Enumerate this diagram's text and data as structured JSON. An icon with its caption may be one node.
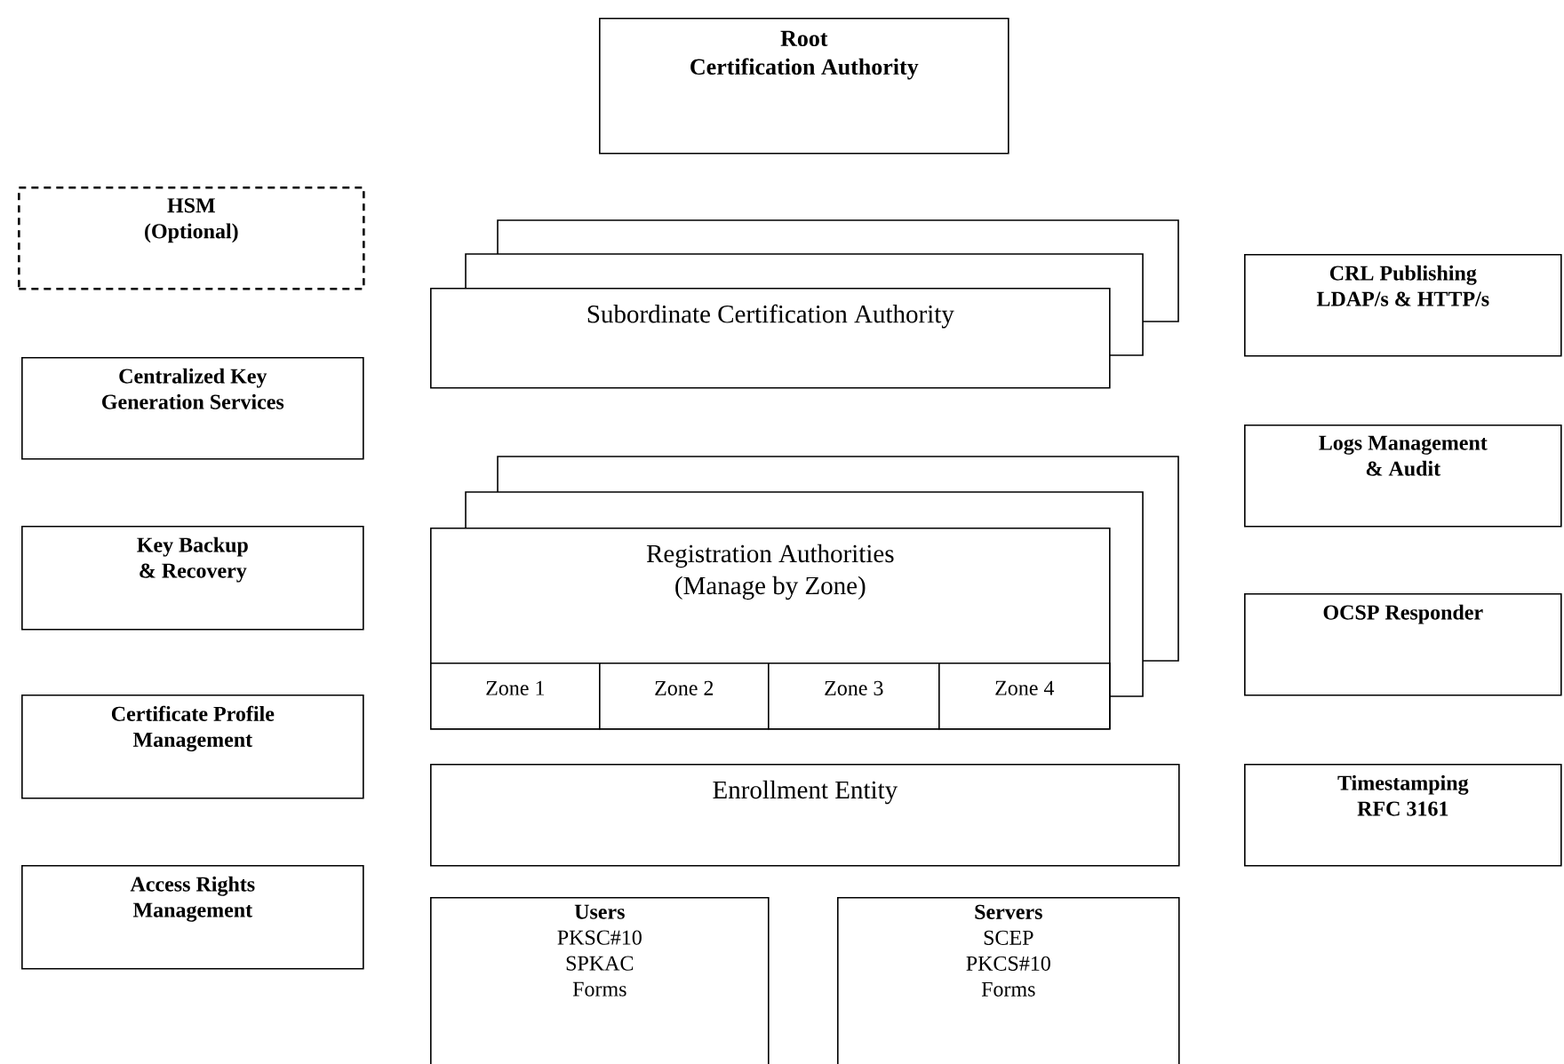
{
  "diagram": {
    "nodes": [
      {
        "text": [
          "Root",
          "Certification Authority"
        ]
      },
      {
        "text": [
          "HSM",
          "(Optional)"
        ]
      },
      {
        "text": [
          "Subordinate Certification Authority"
        ]
      },
      {
        "text": [
          "CRL Publishing",
          "LDAP/s & HTTP/s"
        ]
      },
      {
        "text": [
          "Centralized Key Generation Services"
        ]
      },
      {
        "text": [
          "Logs Management & Audit"
        ]
      },
      {
        "text": [
          "Key Backup & Recovery"
        ]
      },
      {
        "text": [
          "Registration Authorities",
          "(Manage by Zone)"
        ]
      },
      {
        "text": [
          "Zone 1"
        ],
        "in": 7
      },
      {
        "text": [
          "Zone 2"
        ],
        "in": 7
      },
      {
        "text": [
          "Zone 3"
        ],
        "in": 7
      },
      {
        "text": [
          "Zone 4"
        ],
        "in": 7
      },
      {
        "text": [
          "OCSP Responder"
        ]
      },
      {
        "text": [
          "Certificate Profile Management"
        ]
      },
      {
        "text": [
          "Enrollment Entity"
        ]
      },
      {
        "text": [
          "Timestamping",
          "RFC 3161"
        ]
      },
      {
        "text": [
          "Access Rights Management"
        ]
      },
      {
        "text": [
          "Users",
          "PKSC#10",
          "SPKAC",
          "Forms"
        ]
      },
      {
        "text": [
          "Servers",
          "SCEP",
          "PKCS#10",
          "Forms"
        ]
      }
    ]
  }
}
